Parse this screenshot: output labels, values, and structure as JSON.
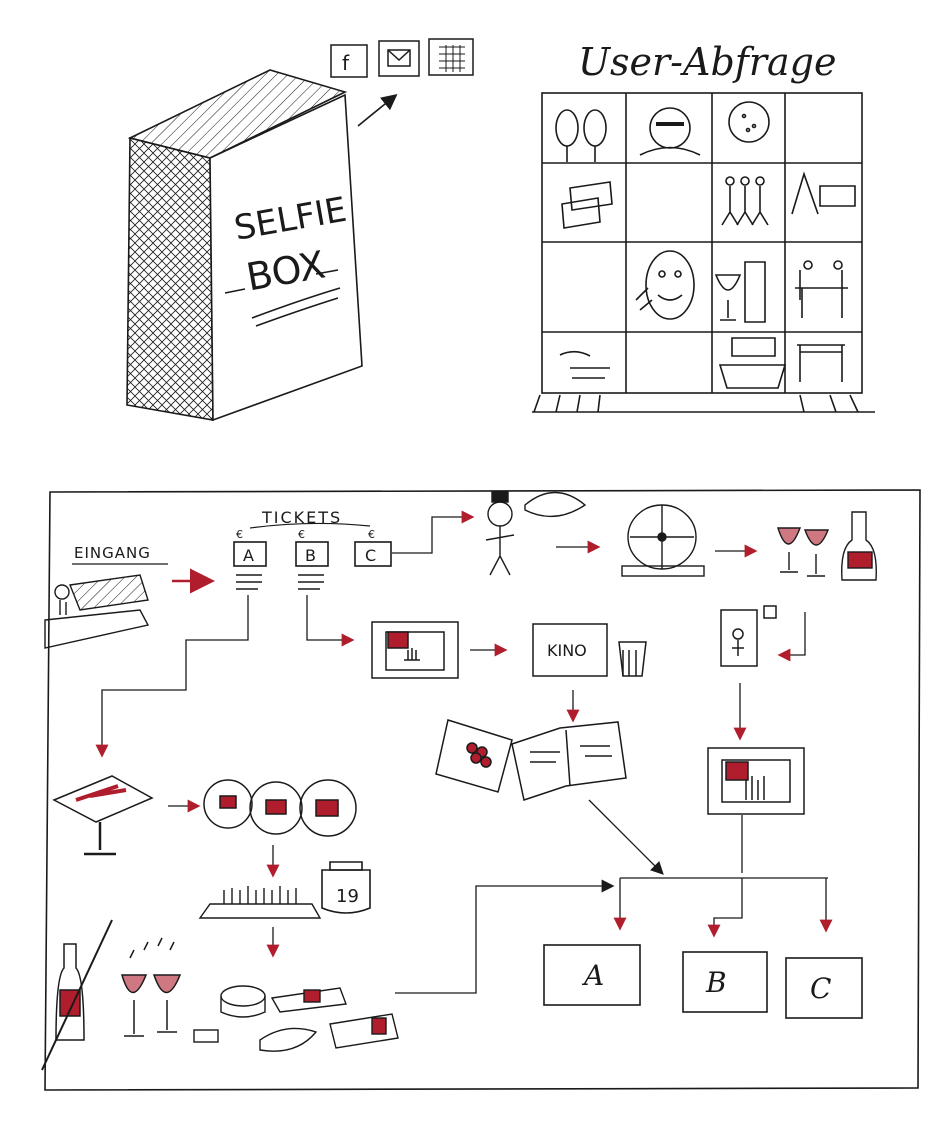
{
  "colors": {
    "ink": "#1a1a1a",
    "accent": "#b01e2e",
    "paper": "#ffffff"
  },
  "selfie_box": {
    "title_line1": "SELFIE",
    "title_line2": "BOX",
    "share_icons": [
      "facebook-icon",
      "mail-icon",
      "calendar-icon"
    ]
  },
  "user_poll": {
    "title": "User-Abfrage"
  },
  "flow": {
    "entrance_label": "EINGANG",
    "tickets_label": "TICKETS",
    "ticket_classes": [
      "A",
      "B",
      "C"
    ],
    "currency_symbol": "€",
    "kino_label": "KINO",
    "jar_number": "19",
    "final_options": [
      "A",
      "B",
      "C"
    ]
  }
}
